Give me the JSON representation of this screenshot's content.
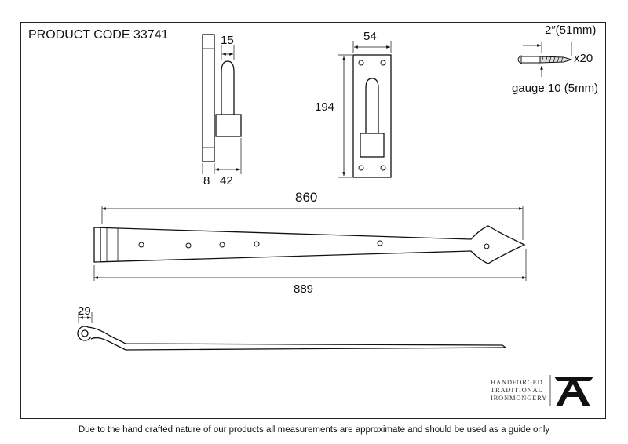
{
  "product_code": "PRODUCT CODE 33741",
  "side_view": {
    "pin_width": "15",
    "plate_thickness": "8",
    "projection": "42"
  },
  "front_view": {
    "width": "54",
    "height": "194"
  },
  "screw": {
    "length": "2″(51mm)",
    "quantity": "x20",
    "gauge": "gauge 10 (5mm)"
  },
  "strap": {
    "fixing_length": "860",
    "overall_length": "889"
  },
  "profile": {
    "eye_size": "29"
  },
  "logo": {
    "line1": "HANDFORGED",
    "line2": "TRADITIONAL",
    "line3": "IRONMONGERY",
    "mark": "anvil-a-icon"
  },
  "footer": "Due to the hand crafted nature of our products all measurements are approximate and should be used as a guide only"
}
